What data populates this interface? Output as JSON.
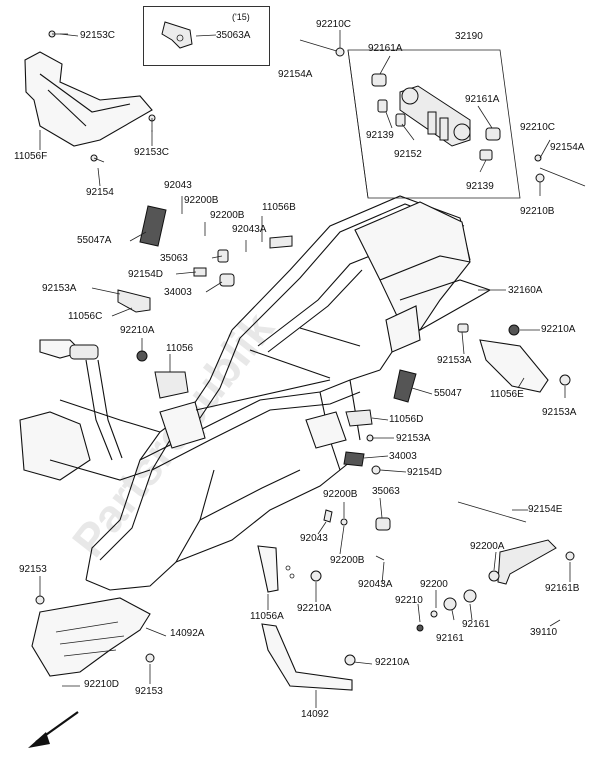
{
  "year_note": "('15)",
  "labels": {
    "92153C_top": "92153C",
    "35063A": "35063A",
    "92210C_top": "92210C",
    "32190": "32190",
    "92154A_top": "92154A",
    "92161A_1": "92161A",
    "92161A_2": "92161A",
    "92139_1": "92139",
    "92152": "92152",
    "92139_2": "92139",
    "92210C_right": "92210C",
    "92154A_right": "92154A",
    "92210B_right": "92210B",
    "11056F": "11056F",
    "92153C_mid": "92153C",
    "92154_top": "92154",
    "92043_top": "92043",
    "92200B_1": "92200B",
    "92200B_2": "92200B",
    "11056B": "11056B",
    "55047A": "55047A",
    "92043A_top": "92043A",
    "35063": "35063",
    "92154D_left": "92154D",
    "34003_left": "34003",
    "92153A_left": "92153A",
    "32160A": "32160A",
    "11056C": "11056C",
    "92210A_left": "92210A",
    "11056": "11056",
    "92210A_right": "92210A",
    "92153A_mid": "92153A",
    "55047": "55047",
    "11056E": "11056E",
    "92153A_right": "92153A",
    "11056D": "11056D",
    "92153A_low": "92153A",
    "34003_right": "34003",
    "92154D_right": "92154D",
    "92200B_3": "92200B",
    "35063_low": "35063",
    "92154E": "92154E",
    "92043_low": "92043",
    "92200B_4": "92200B",
    "92200A": "92200A",
    "92153_left": "92153",
    "92043A_low": "92043A",
    "92200": "92200",
    "92161B": "92161B",
    "92210": "92210",
    "92210A_center": "92210A",
    "11056A": "11056A",
    "92161_1": "92161",
    "92161_2": "92161",
    "39110": "39110",
    "14092A": "14092A",
    "92210A_bottom": "92210A",
    "92210D": "92210D",
    "92153_bottom": "92153",
    "14092": "14092"
  },
  "watermark": "Partsrepublik"
}
